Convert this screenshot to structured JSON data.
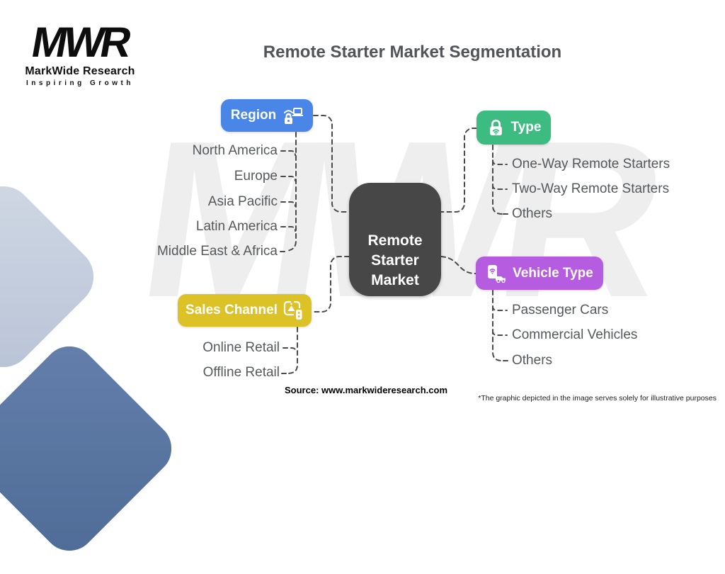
{
  "logo": {
    "acronym": "MWR",
    "name": "MarkWide Research",
    "tagline": "Inspiring Growth"
  },
  "title": "Remote Starter Market Segmentation",
  "watermark": "MWR",
  "center": {
    "label": "Remote Starter Market",
    "color": "#474747"
  },
  "branches": [
    {
      "id": "region",
      "label": "Region",
      "color": "#4a86e8",
      "icon": "remote-lock-laptop-icon",
      "items": [
        "North America",
        "Europe",
        "Asia Pacific",
        "Latin America",
        "Middle East & Africa"
      ]
    },
    {
      "id": "type",
      "label": "Type",
      "color": "#3cbc80",
      "icon": "wifi-padlock-icon",
      "items": [
        "One-Way Remote Starters",
        "Two-Way Remote Starters",
        "Others"
      ]
    },
    {
      "id": "sales_channel",
      "label": "Sales Channel",
      "color": "#dcc226",
      "icon": "car-alarm-remote-icon",
      "items": [
        "Online Retail",
        "Offline Retail"
      ]
    },
    {
      "id": "vehicle_type",
      "label": "Vehicle Type",
      "color": "#b55ce0",
      "icon": "phone-vehicle-icon",
      "items": [
        "Passenger Cars",
        "Commercial Vehicles",
        "Others"
      ]
    }
  ],
  "footer": {
    "source": "Source: www.markwideresearch.com",
    "disclaimer": "*The graphic depicted in the image serves solely for illustrative purposes"
  }
}
